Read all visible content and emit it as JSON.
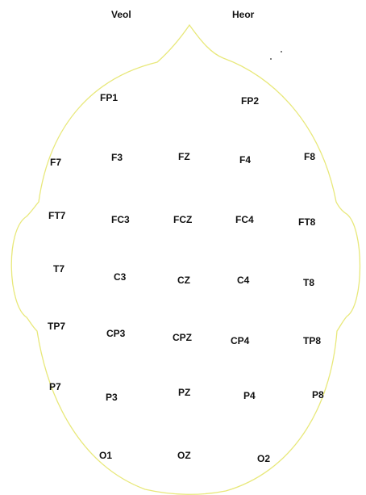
{
  "references": {
    "veol": "Veol",
    "heor": "Heor"
  },
  "electrodes": {
    "fp1": "FP1",
    "fp2": "FP2",
    "f7": "F7",
    "f3": "F3",
    "fz": "FZ",
    "f4": "F4",
    "f8": "F8",
    "ft7": "FT7",
    "fc3": "FC3",
    "fcz": "FCZ",
    "fc4": "FC4",
    "ft8": "FT8",
    "t7": "T7",
    "c3": "C3",
    "cz": "CZ",
    "c4": "C4",
    "t8": "T8",
    "tp7": "TP7",
    "cp3": "CP3",
    "cpz": "CPZ",
    "cp4": "CP4",
    "tp8": "TP8",
    "p7": "P7",
    "p3": "P3",
    "pz": "PZ",
    "p4": "P4",
    "p8": "P8",
    "o1": "O1",
    "oz": "OZ",
    "o2": "O2"
  },
  "colors": {
    "head_outline": "#e8e87a",
    "label_text": "#111111",
    "background": "#ffffff"
  }
}
